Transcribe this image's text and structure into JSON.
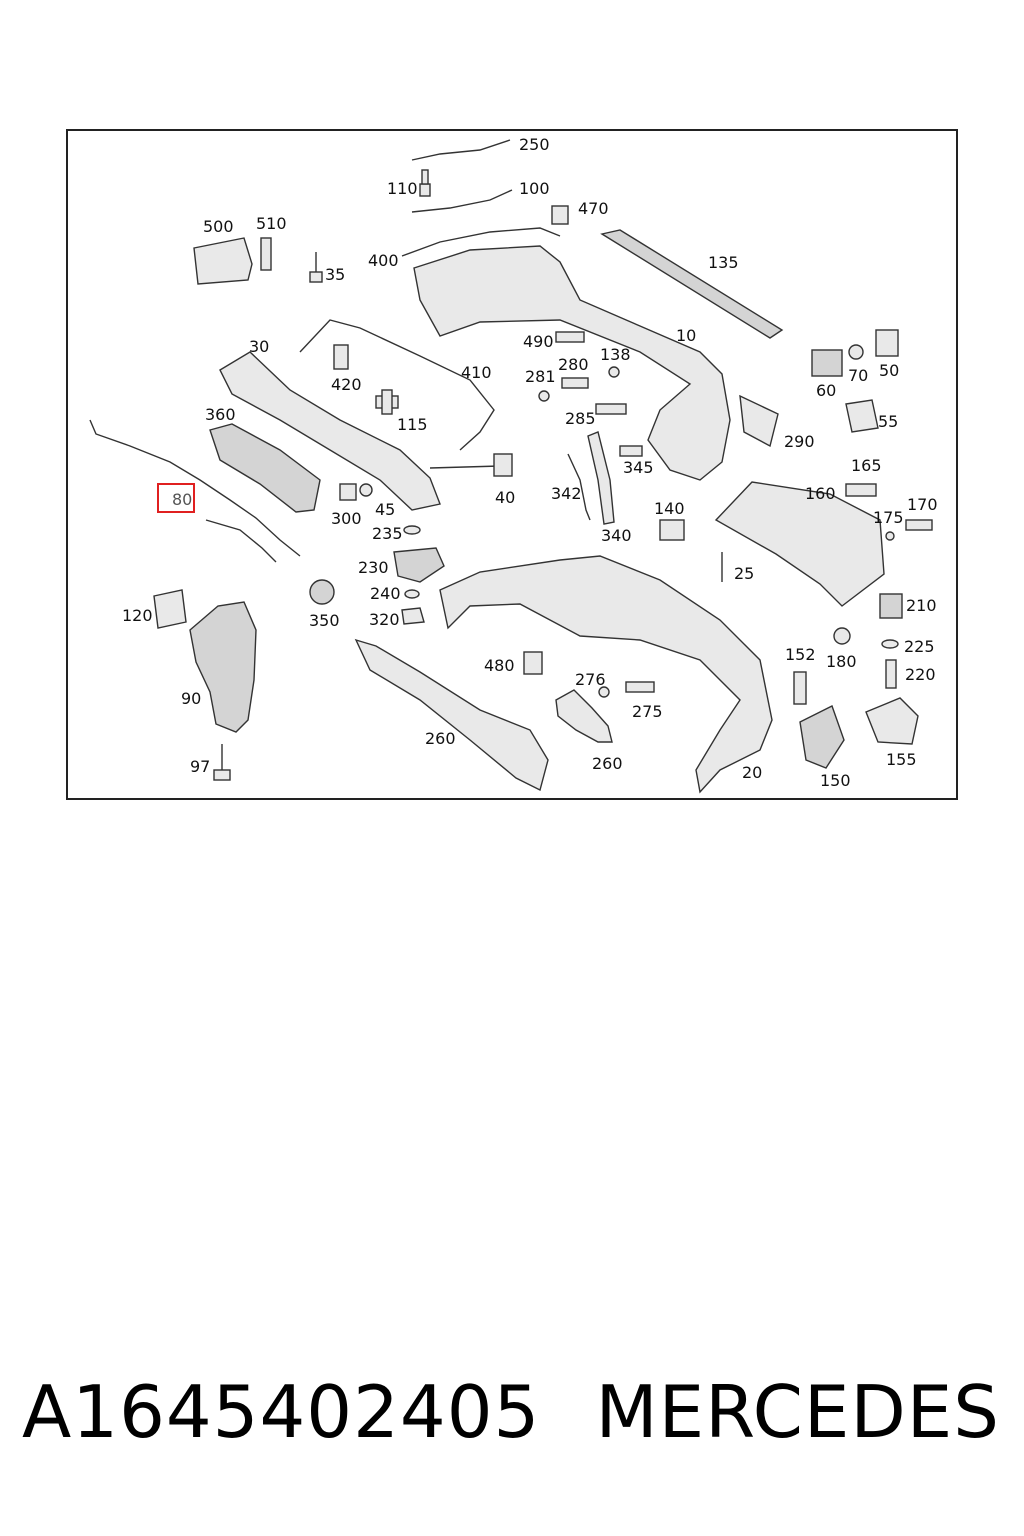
{
  "diagram": {
    "labels": [
      "250",
      "110",
      "100",
      "470",
      "500",
      "510",
      "35",
      "400",
      "135",
      "10",
      "30",
      "420",
      "410",
      "490",
      "280",
      "138",
      "281",
      "285",
      "60",
      "70",
      "50",
      "115",
      "360",
      "55",
      "290",
      "342",
      "345",
      "40",
      "165",
      "160",
      "170",
      "175",
      "300",
      "45",
      "235",
      "140",
      "340",
      "230",
      "25",
      "210",
      "240",
      "320",
      "120",
      "350",
      "225",
      "480",
      "152",
      "180",
      "220",
      "276",
      "275",
      "90",
      "260",
      "260",
      "155",
      "150",
      "20",
      "97"
    ],
    "highlighted_label": "80",
    "highlight_color": "#e02020"
  },
  "footer": {
    "part_number": "A1645402405",
    "brand": "MERCEDES"
  }
}
